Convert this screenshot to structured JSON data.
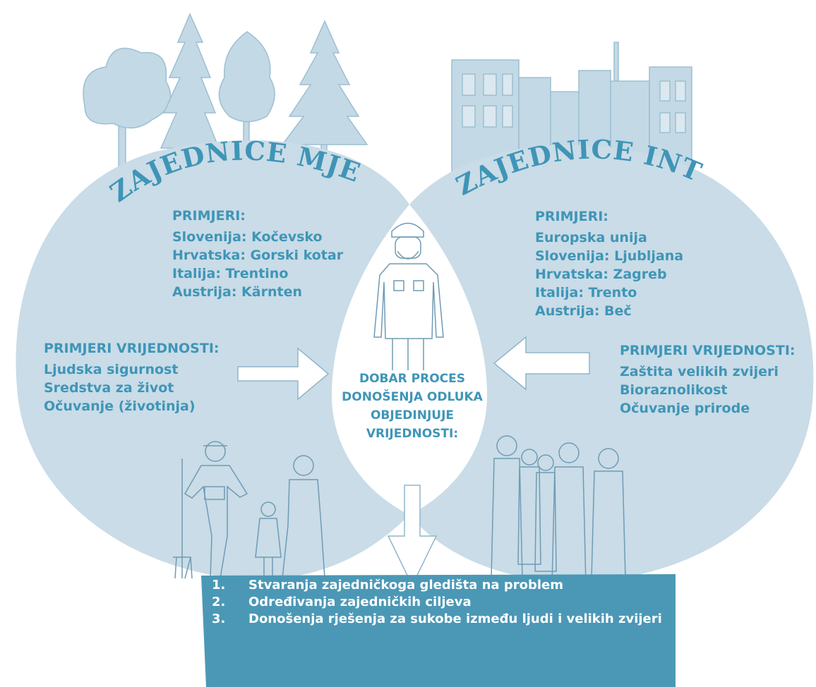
{
  "left": {
    "title": "ZAJEDNICE MJESTA",
    "examples_heading": "PRIMJERI:",
    "examples": [
      "Slovenija: Kočevsko",
      "Hrvatska: Gorski kotar",
      "Italija: Trentino",
      "Austrija: Kärnten"
    ],
    "values_heading": "PRIMJERI VRIJEDNOSTI:",
    "values": [
      "Ljudska sigurnost",
      "Sredstva za život",
      "Očuvanje (životinja)"
    ]
  },
  "right": {
    "title": "ZAJEDNICE INTERESA",
    "examples_heading": "PRIMJERI:",
    "examples": [
      "Europska unija",
      "Slovenija: Ljubljana",
      "Hrvatska: Zagreb",
      "Italija: Trento",
      "Austrija: Beč"
    ],
    "values_heading": "PRIMJERI VRIJEDNOSTI:",
    "values": [
      "Zaštita velikih zvijeri",
      "Bioraznolikost",
      "Očuvanje prirode"
    ]
  },
  "center": {
    "lines": [
      "DOBAR PROCES",
      "DONOŠENJA ODLUKA",
      "OBJEDINJUJE",
      "VRIJEDNOSTI:"
    ]
  },
  "outcomes": [
    {
      "number": "1.",
      "text": "Stvaranja zajedničkoga gledišta na problem"
    },
    {
      "number": "2.",
      "text": "Određivanja zajedničkih ciljeva"
    },
    {
      "number": "3.",
      "text": "Donošenja rješenja za sukobe između ljudi i velikih zvijeri"
    }
  ],
  "colors": {
    "circle_fill": "#c9dce7",
    "text_accent": "#3f95b7",
    "banner": "#4b98b6",
    "sketch_fill": "#bfd6e3",
    "sketch_stroke": "#8fb5cb"
  }
}
